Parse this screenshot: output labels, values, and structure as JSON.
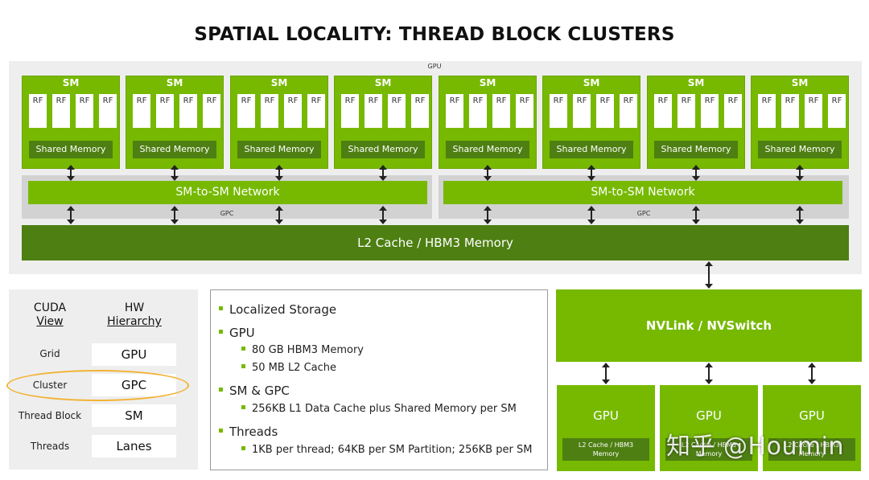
{
  "title": "SPATIAL LOCALITY: THREAD BLOCK CLUSTERS",
  "gpu_label": "GPU",
  "sm": {
    "title": "SM",
    "rf_label": "RF",
    "shared_memory": "Shared Memory"
  },
  "gpc": {
    "label": "GPC",
    "network": "SM-to-SM Network"
  },
  "l2": "L2 Cache / HBM3 Memory",
  "hierarchy": {
    "cuda_header_line1": "CUDA",
    "cuda_header_line2": "View",
    "hw_header_line1": "HW",
    "hw_header_line2": "Hierarchy",
    "rows": [
      {
        "cuda": "Grid",
        "hw": "GPU"
      },
      {
        "cuda": "Cluster",
        "hw": "GPC"
      },
      {
        "cuda": "Thread Block",
        "hw": "SM"
      },
      {
        "cuda": "Threads",
        "hw": "Lanes"
      }
    ],
    "highlight_color": "#f2b335"
  },
  "info": {
    "b1": "Localized Storage",
    "b2": "GPU",
    "b2_items": [
      "80 GB HBM3 Memory",
      "50 MB L2 Cache"
    ],
    "b3": "SM & GPC",
    "b3_items": [
      "256KB L1 Data Cache plus Shared Memory per SM"
    ],
    "b4": "Threads",
    "b4_items": [
      "1KB per thread; 64KB per SM Partition; 256KB per SM"
    ]
  },
  "nvlink": "NVLink / NVSwitch",
  "gpu_node": {
    "label": "GPU",
    "cache_line1": "L2 Cache / HBM3",
    "cache_line2": "Memory"
  },
  "watermark": "知乎 @Houmin",
  "colors": {
    "nvidia_green": "#76b900",
    "dark_green": "#4e7f12",
    "panel_gray": "#eeeeee"
  }
}
